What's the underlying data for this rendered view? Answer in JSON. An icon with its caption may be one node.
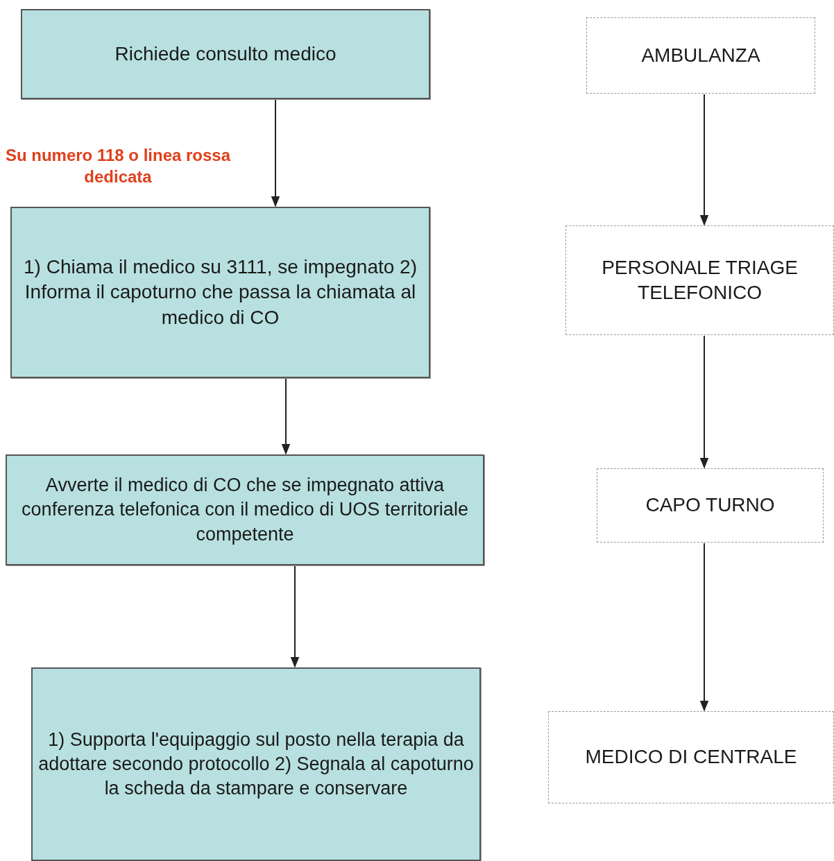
{
  "diagram": {
    "nodes": [
      {
        "text": [
          "Richiede consulto medico"
        ]
      },
      {
        "text": [
          "1) Chiama il medico su 3111, se impegnato 2) Informa il capoturno che passa la chiamata al medico di CO"
        ]
      },
      {
        "text": [
          "Avverte il medico di CO che se impegnato attiva conferenza telefonica con il medico di UOS territoriale competente"
        ]
      },
      {
        "text": [
          "1) Supporta l'equipaggio sul posto nella terapia da adottare secondo protocollo 2) Segnala al capoturno la scheda da stampare e conservare"
        ]
      },
      {
        "text": [
          "AMBULANZA"
        ]
      },
      {
        "text": [
          "PERSONALE TRIAGE TELEFONICO"
        ]
      },
      {
        "text": [
          "CAPO TURNO"
        ]
      },
      {
        "text": [
          "MEDICO DI CENTRALE"
        ]
      }
    ],
    "edges": [
      {
        "from": 0,
        "to": 1,
        "arrow": "to",
        "label": "Su numero 118 o linea rossa dedicata"
      },
      {
        "from": 1,
        "to": 2,
        "arrow": "to"
      },
      {
        "from": 2,
        "to": 3,
        "arrow": "to"
      },
      {
        "from": 4,
        "to": 5,
        "arrow": "to"
      },
      {
        "from": 5,
        "to": 6,
        "arrow": "to"
      },
      {
        "from": 6,
        "to": 7,
        "arrow": "to"
      }
    ]
  }
}
